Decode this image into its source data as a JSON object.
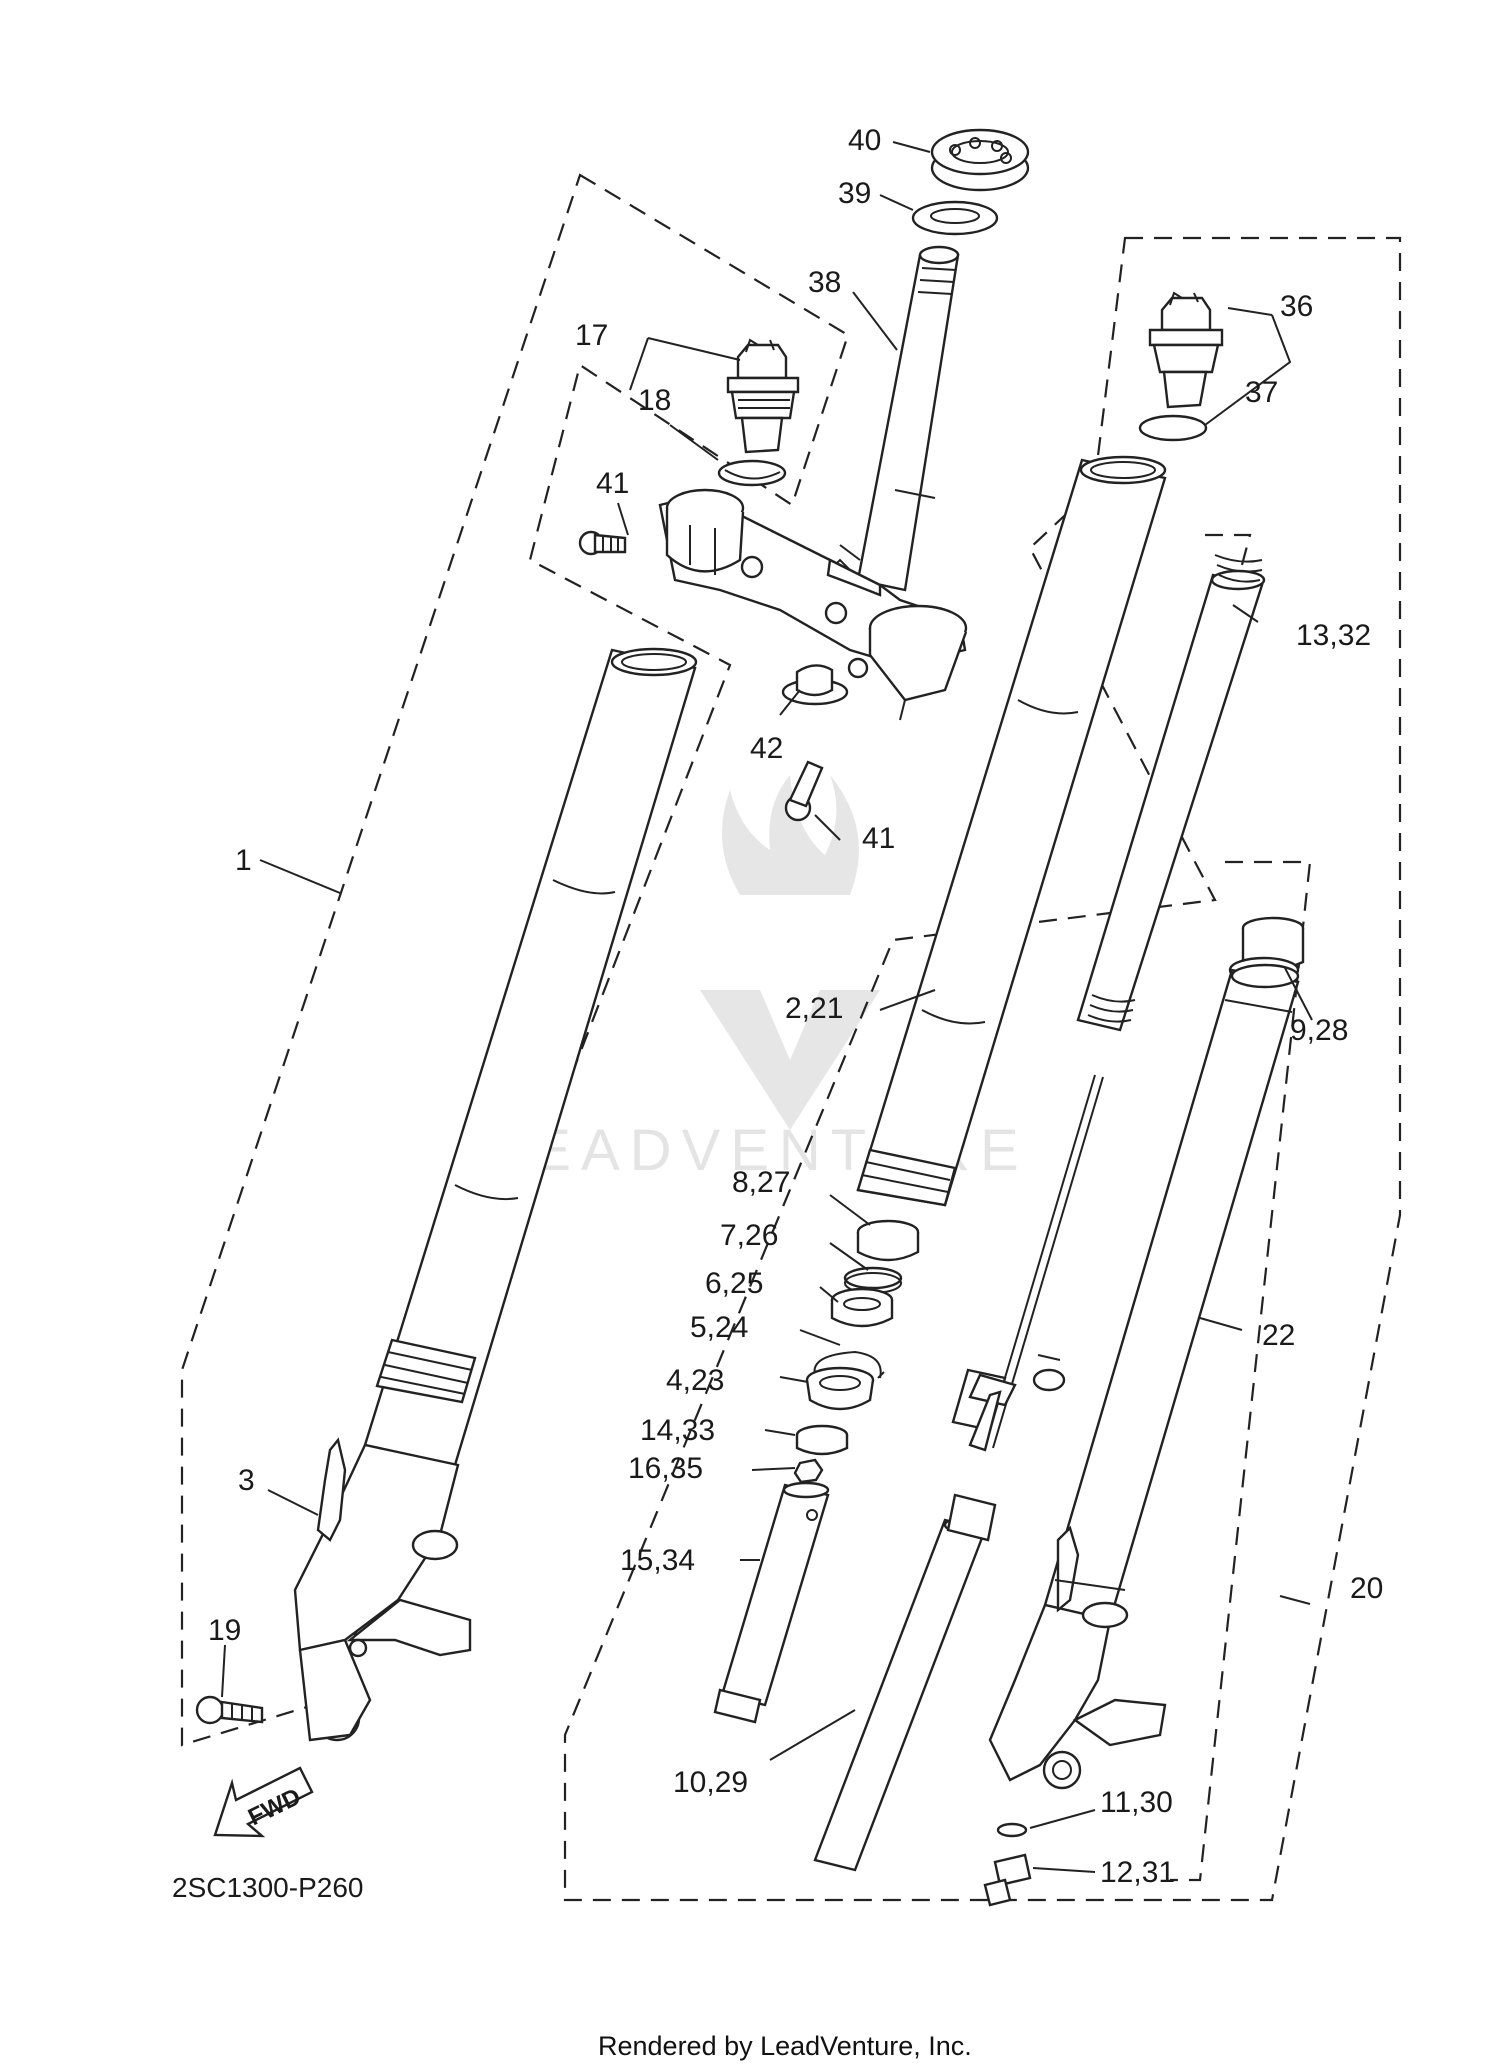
{
  "labels": {
    "p40": "40",
    "p39": "39",
    "p38": "38",
    "p36": "36",
    "p37": "37",
    "p17": "17",
    "p18": "18",
    "p41a": "41",
    "p41b": "41",
    "p42": "42",
    "p13_32": "13,32",
    "p1": "1",
    "p2_21": "2,21",
    "p9_28": "9,28",
    "p8_27": "8,27",
    "p7_26": "7,26",
    "p6_25": "6,25",
    "p5_24": "5,24",
    "p4_23": "4,23",
    "p14_33": "14,33",
    "p16_35": "16,35",
    "p15_34": "15,34",
    "p3": "3",
    "p19": "19",
    "p22": "22",
    "p20": "20",
    "p10_29": "10,29",
    "p11_30": "11,30",
    "p12_31": "12,31"
  },
  "fwd_label": "FWD",
  "diagram_code": "2SC1300-P260",
  "credit": "Rendered by LeadVenture, Inc.",
  "watermark": "LEADVENTURE"
}
